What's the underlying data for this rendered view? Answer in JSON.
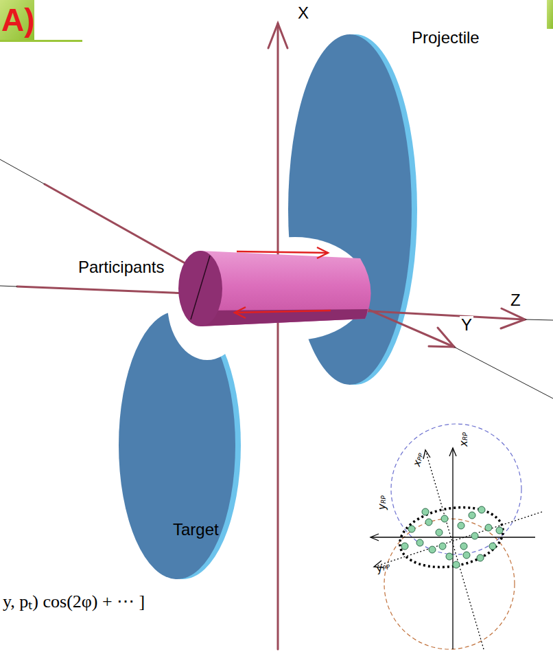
{
  "diagram": {
    "labels": [
      "A)",
      "X",
      "Projectile",
      "Participants",
      "Z",
      "Y",
      "Target",
      "y, pₜ) cos(2φ) + ⋯ ]",
      "xPP",
      "xRP",
      "yRP",
      "yPP"
    ]
  }
}
